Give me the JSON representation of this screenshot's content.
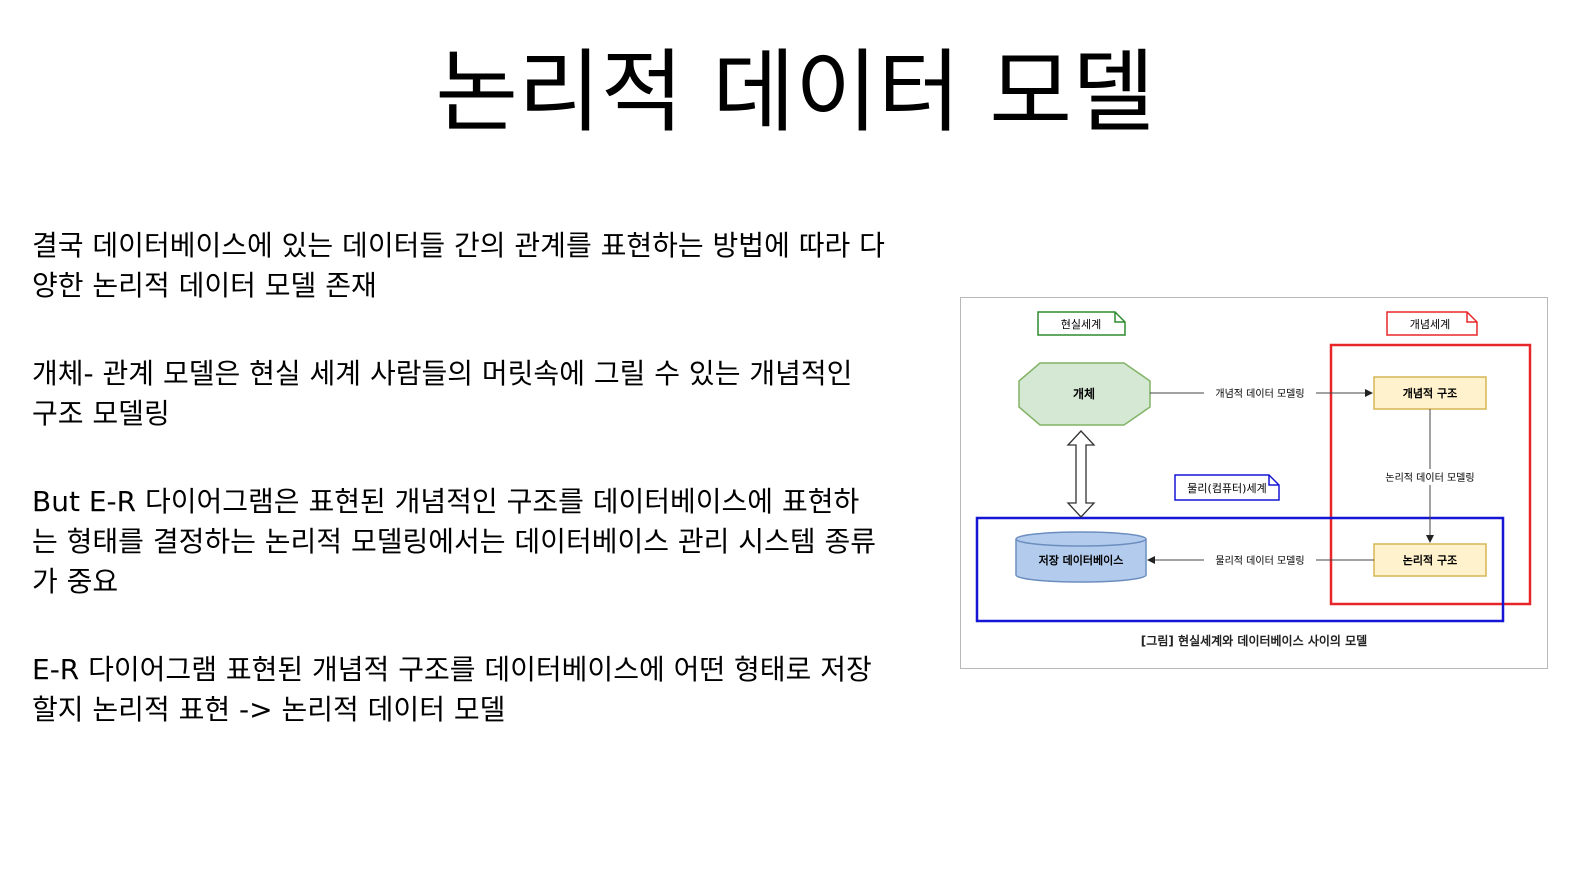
{
  "title": "논리적 데이터 모델",
  "paragraphs": [
    "결국 데이터베이스에 있는 데이터들 간의 관계를 표현하는 방법에 따라 다\n양한 논리적 데이터 모델 존재",
    "개체- 관계 모델은 현실 세계 사람들의 머릿속에 그릴 수 있는 개념적인\n구조 모델링",
    "But E-R 다이어그램은 표현된 개념적인 구조를 데이터베이스에 표현하\n는 형태를 결정하는 논리적 모델링에서는 데이터베이스 관리 시스템 종류\n가 중요",
    "E-R 다이어그램 표현된 개념적 구조를 데이터베이스에 어떤 형태로 저장\n할지 논리적 표현 -> 논리적 데이터 모델"
  ],
  "diagram": {
    "notes": {
      "real_world": "현실세계",
      "concept_world": "개념세계",
      "physical_world": "물리(컴퓨터)세계"
    },
    "nodes": {
      "entity": "개체",
      "conceptual_structure": "개념적 구조",
      "logical_structure": "논리적 구조",
      "storage_db": "저장 데이터베이스"
    },
    "edges": {
      "conceptual_modeling": "개념적 데이터 모델링",
      "logical_modeling": "논리적 데이터 모델링",
      "physical_modeling": "물리적 데이터 모델링"
    },
    "caption": "[그림] 현실세계와 데이터베이스 사이의 모델",
    "colors": {
      "concept_region": "#e8262a",
      "physical_region": "#1515d6",
      "entity_fill": "#d5e8d4",
      "entity_stroke": "#82b366",
      "structure_fill": "#fff2cc",
      "structure_stroke": "#d6b656",
      "db_fill": "#b3ccee",
      "db_stroke": "#6c8ebf",
      "note_real_stroke": "#2e8b2e",
      "note_concept_stroke": "#e8262a",
      "note_physical_stroke": "#1515d6"
    }
  }
}
